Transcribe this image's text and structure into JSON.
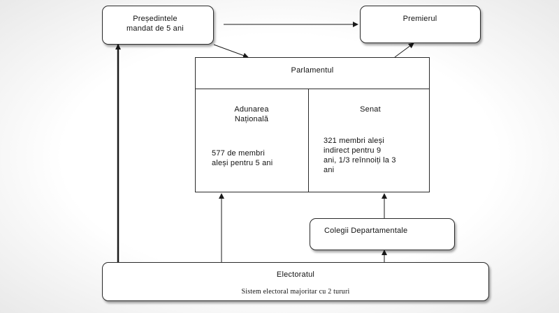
{
  "nodes": {
    "presedintele": {
      "line1": "Președintele",
      "line2": "mandat de 5 ani"
    },
    "premierul": {
      "line1": "Premierul",
      "line2": ""
    },
    "parlamentul": {
      "title": "Parlamentul"
    },
    "adunarea": {
      "name_line1": "Adunarea",
      "name_line2": "Națională",
      "desc_line1": "577 de membri",
      "desc_line2": "aleși pentru 5 ani"
    },
    "senat": {
      "name": "Senat",
      "desc_line1": "321 membri aleși",
      "desc_line2": "indirect pentru 9",
      "desc_line3": "ani, 1/3 reînnoiți la 3",
      "desc_line4": "ani"
    },
    "colegii": {
      "label": "Colegii Departamentale"
    },
    "electoratul": {
      "title": "Electoratul",
      "subtitle": "Sistem electoral majoritar cu 2 tururi"
    }
  },
  "colors": {
    "line": "#1a1a1a",
    "box_border": "#2a2a2a"
  }
}
